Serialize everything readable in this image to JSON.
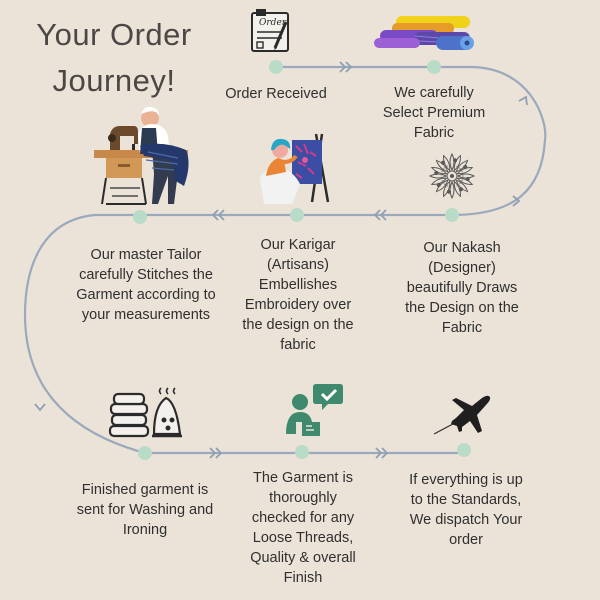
{
  "title": {
    "line1": "Your Order",
    "line2": "Journey!"
  },
  "steps": [
    {
      "label": "Order Received",
      "icon": "order-form-icon"
    },
    {
      "label": "We carefully\nSelect Premium\nFabric",
      "icon": "fabric-rolls-icon"
    },
    {
      "label": "Our Nakash\n(Designer)\nbeautifully Draws\nthe Design on the\nFabric",
      "icon": "mandala-design-icon"
    },
    {
      "label": "Our Karigar\n(Artisans)\nEmbellishes\nEmbroidery over\nthe design on the\nfabric",
      "icon": "embroidery-artisan-icon"
    },
    {
      "label": "Our master Tailor\ncarefully Stitches the\nGarment according to\nyour measurements",
      "icon": "tailor-sewing-machine-icon"
    },
    {
      "label": "Finished garment is\nsent for Washing and\nIroning",
      "icon": "folded-clothes-iron-icon"
    },
    {
      "label": "The Garment is\nthoroughly\nchecked for any\nLoose Threads,\nQuality & overall\nFinish",
      "icon": "quality-check-icon"
    },
    {
      "label": "If everything is up\nto the Standards,\nWe dispatch Your\norder",
      "icon": "airplane-icon"
    }
  ],
  "colors": {
    "background": "#ece3d8",
    "path": "#9aa9bb",
    "node": "#b9dcc9",
    "text": "#2f2f2f",
    "accent_teal": "#3f8a6e"
  }
}
